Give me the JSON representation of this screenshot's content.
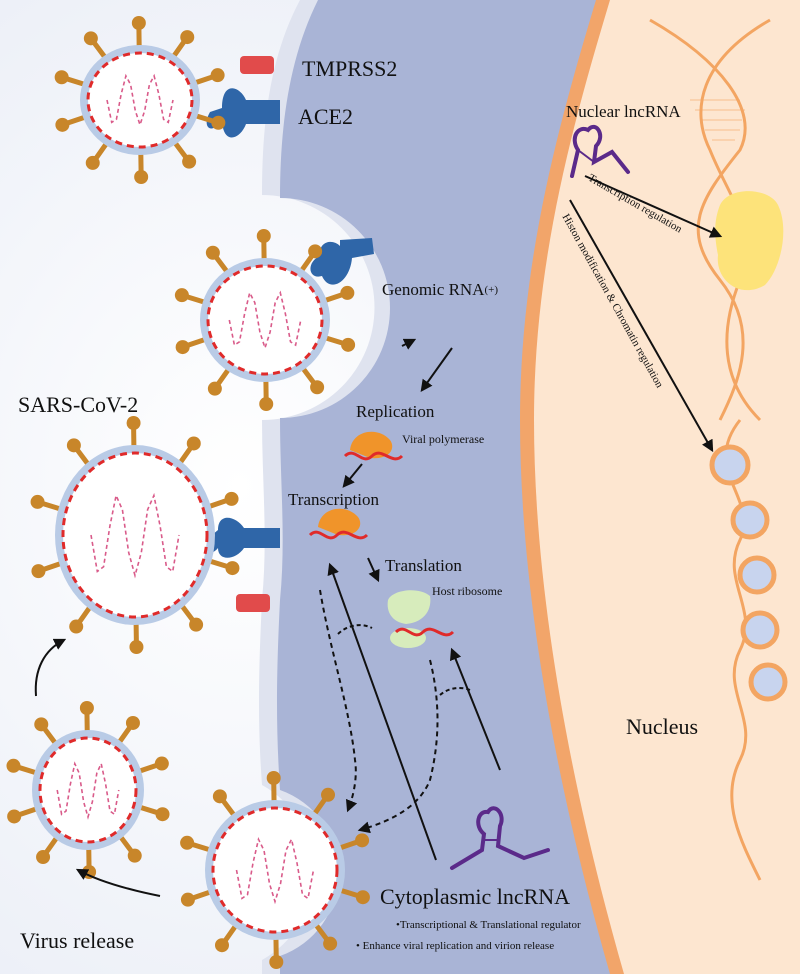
{
  "labels": {
    "tmprss2": "TMPRSS2",
    "ace2": "ACE2",
    "sars": "SARS-CoV-2",
    "virus_release": "Virus release",
    "genomic_rna": "Genomic RNA",
    "genomic_rna_sup": "(+)",
    "replication": "Replication",
    "viral_polymerase": "Viral polymerase",
    "transcription": "Transcription",
    "translation": "Translation",
    "host_ribosome": "Host ribosome",
    "cytoplasmic_lncrna": "Cytoplasmic lncRNA",
    "bullet1": "•Transcriptional & Translational regulator",
    "bullet2": "• Enhance viral replication and virion release",
    "nuclear_lncrna": "Nuclear lncRNA",
    "transcription_regulation": "Transcription regulation",
    "histone_chromatin": "Histon modification & Chromatin regulation",
    "nucleus": "Nucleus"
  },
  "colors": {
    "background": "#f4f6fb",
    "membrane": "#dfe3ef",
    "cytoplasm": "#a9b4d6",
    "nucleus": "#fde6d0",
    "nuclear_envelope": "#f2a56a",
    "virion_shell": "#b9cbe6",
    "virion_core": "#ffffff",
    "dashed_red": "#e02a2a",
    "rna_pink": "#d95b8a",
    "spike": "#c8862a",
    "ace2": "#2f66a8",
    "tmprss2": "#e14b4b",
    "polymerase": "#f0942a",
    "ribosome": "#d7ecbc",
    "lncrna": "#5b2a8a",
    "dna_strand": "#f3a562",
    "histone_ring": "#f3a562",
    "histone_fill": "#c8d4ee",
    "yellow_blob": "#fde37a"
  }
}
